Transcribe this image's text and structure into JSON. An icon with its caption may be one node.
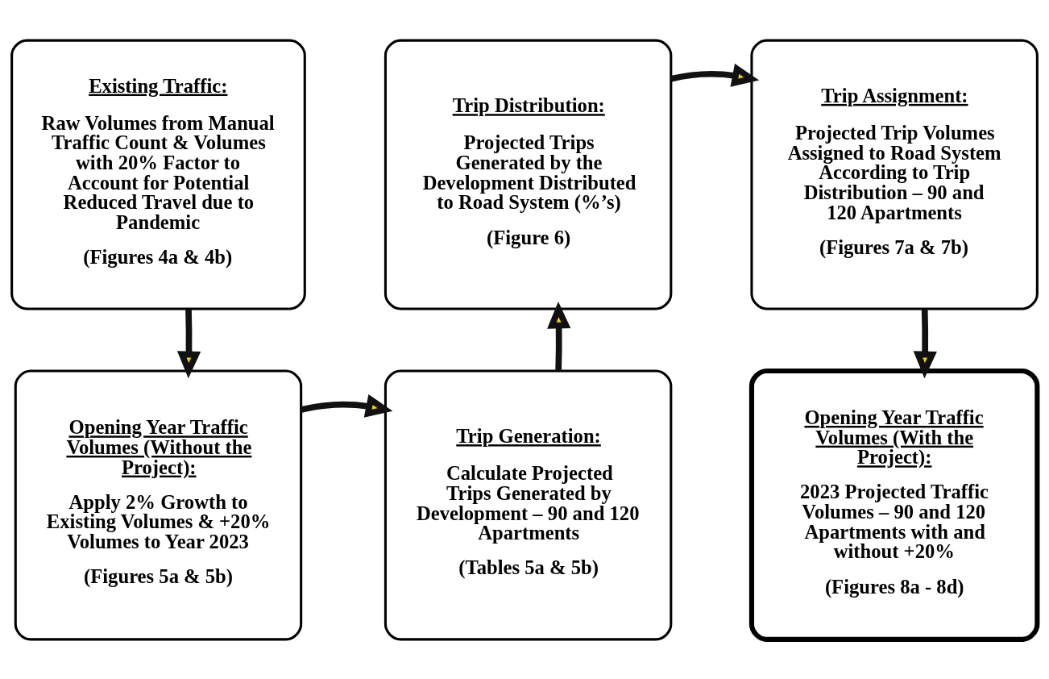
{
  "diagram": {
    "nodes": [
      {
        "text": [
          "Existing Traffic:",
          "Raw Volumes from Manual Traffic Count & Volumes with 20% Factor to Account for Potential Reduced Travel due to Pandemic",
          "(Figures 4a & 4b)"
        ]
      },
      {
        "text": [
          "Trip Distribution:",
          "Projected Trips Generated by the Development Distributed to Road System (%’s)",
          "(Figure 6)"
        ]
      },
      {
        "text": [
          "Trip Assignment:",
          "Projected Trip Volumes Assigned to Road System According to Trip Distribution – 90 and 120 Apartments",
          "(Figures 7a & 7b)"
        ]
      },
      {
        "text": [
          "Opening Year Traffic Volumes (Without the Project):",
          "Apply 2% Growth to Existing Volumes & +20% Volumes to Year 2023",
          "(Figures 5a & 5b)"
        ]
      },
      {
        "text": [
          "Trip Generation:",
          "Calculate Projected Trips Generated by Development – 90 and 120 Apartments",
          "(Tables 5a & 5b)"
        ]
      },
      {
        "text": [
          "Opening Year Traffic Volumes (With the Project):",
          "2023 Projected Traffic Volumes – 90 and 120 Apartments with and without +20%",
          "(Figures 8a - 8d)"
        ]
      }
    ],
    "edges": [
      {
        "from": 0,
        "to": 3,
        "arrow": "to"
      },
      {
        "from": 3,
        "to": 4,
        "arrow": "to"
      },
      {
        "from": 4,
        "to": 1,
        "arrow": "to"
      },
      {
        "from": 1,
        "to": 2,
        "arrow": "to"
      },
      {
        "from": 2,
        "to": 5,
        "arrow": "to"
      }
    ]
  }
}
